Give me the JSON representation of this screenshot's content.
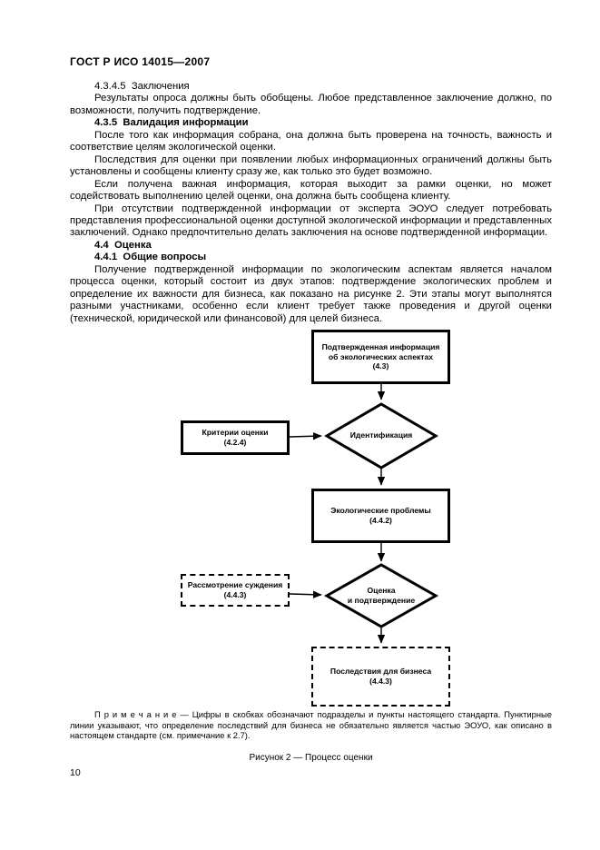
{
  "page": {
    "header": "ГОСТ Р ИСО 14015—2007",
    "page_number": "10"
  },
  "content": {
    "paragraphs": [
      {
        "text": "4.3.4.5  Заключения"
      },
      {
        "text": "Результаты опроса должны быть обобщены. Любое представленное заключение должно, по возможности, получить подтверждение."
      },
      {
        "text": "4.3.5  Валидация информации"
      },
      {
        "text": "После того как информация собрана, она должна быть проверена на точность, важность и соответствие целям экологической оценки."
      },
      {
        "text": "Последствия для оценки при появлении любых информационных ограничений должны быть установлены и сообщены клиенту сразу же, как только это будет возможно."
      },
      {
        "text": "Если получена важная информация, которая выходит за рамки оценки, но может содействовать выполнению целей оценки, она должна быть сообщена клиенту."
      },
      {
        "text": "При отсутствии подтвержденной информации от эксперта ЭОУО следует потребовать представления профессиональной оценки доступной экологической информации и представленных заключений. Однако предпочтительно делать заключения на основе подтвержденной информации."
      },
      {
        "text": "4.4  Оценка"
      },
      {
        "text": "4.4.1  Общие вопросы"
      },
      {
        "text": "Получение подтвержденной информации по экологическим аспектам является началом процесса оценки, который состоит из двух этапов: подтверждение экологических проблем и определение их важности для бизнеса, как показано на рисунке 2. Эти этапы могут выполнятся разными участниками, особенно если клиент требует также проведения и другой оценки (технической, юридической или финансовой) для целей бизнеса."
      }
    ]
  },
  "figure": {
    "note": "П р и м е ч а н и е — Цифры в скобках обозначают подразделы и пункты настоящего стандарта. Пунктирные линии указывают, что определение последствий для бизнеса не обязательно является частью ЭОУО, как описано в настоящем стандарте (см. примечание к 2.7).",
    "caption": "Рисунок 2 — Процесс оценки",
    "line_color": "#000000",
    "nodes": {
      "validated_info": {
        "label": "Подтвержденная информация\nоб экологических аспектах",
        "ref": "(4.3)"
      },
      "criteria": {
        "label": "Критерии оценки",
        "ref": "(4.2.4)"
      },
      "identification": {
        "label": "Идентификация"
      },
      "issues": {
        "label": "Экологические проблемы",
        "ref": "(4.4.2)"
      },
      "judgement": {
        "label": "Рассмотрение суждения",
        "ref": "(4.4.3)"
      },
      "evaluation": {
        "label": "Оценка\nи подтверждение"
      },
      "consequences": {
        "label": "Последствия для бизнеса",
        "ref": "(4.4.3)"
      }
    }
  }
}
